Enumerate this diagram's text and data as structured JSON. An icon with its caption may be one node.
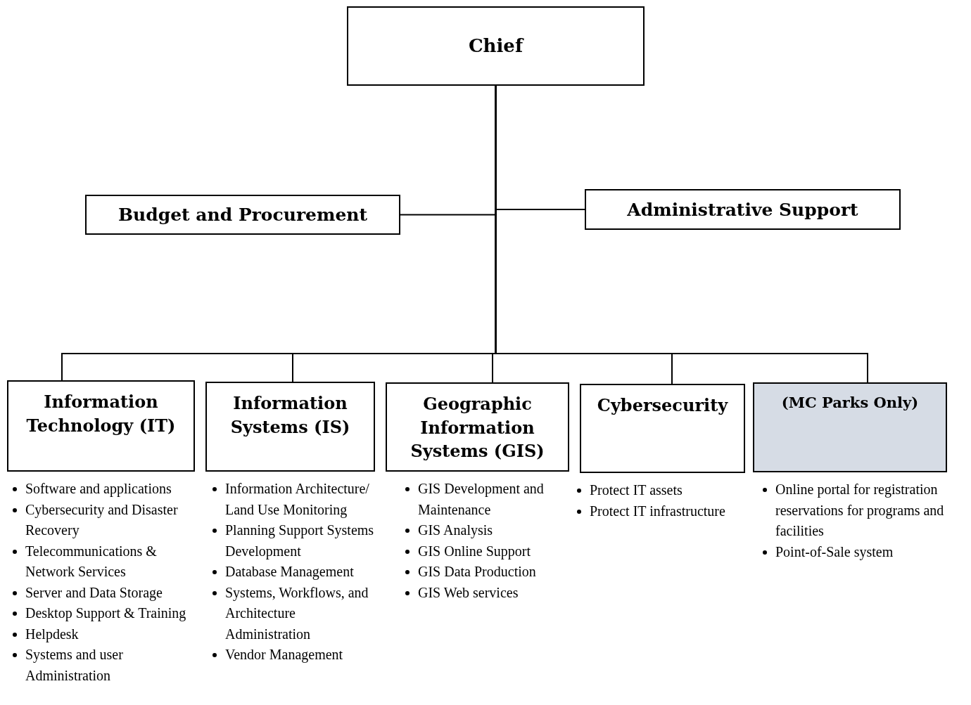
{
  "diagram": {
    "nodes": [
      {
        "text": [
          "Chief"
        ]
      },
      {
        "text": [
          "Budget and Procurement"
        ]
      },
      {
        "text": [
          "Administrative Support"
        ]
      },
      {
        "text": [
          "Information Technology (IT)"
        ],
        "beside": [
          "Software and applications",
          "Cybersecurity and Disaster Recovery",
          "Telecommunications & Network Services",
          "Server and Data Storage",
          "Desktop Support & Training",
          "Helpdesk",
          "Systems and user Administration"
        ]
      },
      {
        "text": [
          "Information Systems (IS)"
        ],
        "beside": [
          "Information Architecture/ Land Use Monitoring",
          "Planning Support Systems Development",
          "Database Management",
          "Systems, Workflows, and Architecture Administration",
          "Vendor Management"
        ]
      },
      {
        "text": [
          "Geographic Information Systems (GIS)"
        ],
        "beside": [
          "GIS Development and Maintenance",
          "GIS Analysis",
          "GIS Online Support",
          "GIS Data Production",
          "GIS Web services"
        ]
      },
      {
        "text": [
          "Cybersecurity"
        ],
        "beside": [
          "Protect IT assets",
          "Protect IT infrastructure"
        ]
      },
      {
        "text": [
          "(MC Parks Only)"
        ],
        "beside": [
          "Online portal for registration reservations for programs and facilities",
          "Point-of-Sale system"
        ]
      }
    ],
    "edges": [
      {
        "from": 0,
        "to": 1,
        "arrow": "none"
      },
      {
        "from": 0,
        "to": 2,
        "arrow": "none"
      },
      {
        "from": 0,
        "to": 3,
        "arrow": "none"
      },
      {
        "from": 0,
        "to": 4,
        "arrow": "none"
      },
      {
        "from": 0,
        "to": 5,
        "arrow": "none"
      },
      {
        "from": 0,
        "to": 6,
        "arrow": "none"
      },
      {
        "from": 0,
        "to": 7,
        "arrow": "none"
      }
    ]
  }
}
